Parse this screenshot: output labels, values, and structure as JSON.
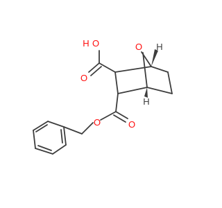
{
  "structure": {
    "atoms": {
      "ether_oxygen": {
        "symbol": "O",
        "color": "#ff0d0d"
      },
      "acid_hydroxyl": {
        "symbol": "O",
        "color": "#ff0d0d"
      },
      "acid_hydroxyl_h": {
        "symbol": "H",
        "color": "#ff0d0d"
      },
      "acid_carbonyl_oxygen": {
        "symbol": "O",
        "color": "#ff0d0d"
      },
      "ester_carbonyl_oxygen": {
        "symbol": "O",
        "color": "#ff0d0d"
      },
      "ester_oxygen": {
        "symbol": "O",
        "color": "#ff0d0d"
      },
      "stereo_h_top": {
        "symbol": "H",
        "color": "#3d3d3d"
      },
      "stereo_h_bottom": {
        "symbol": "H",
        "color": "#3d3d3d"
      }
    },
    "bond_color": "#3d3d3d"
  }
}
